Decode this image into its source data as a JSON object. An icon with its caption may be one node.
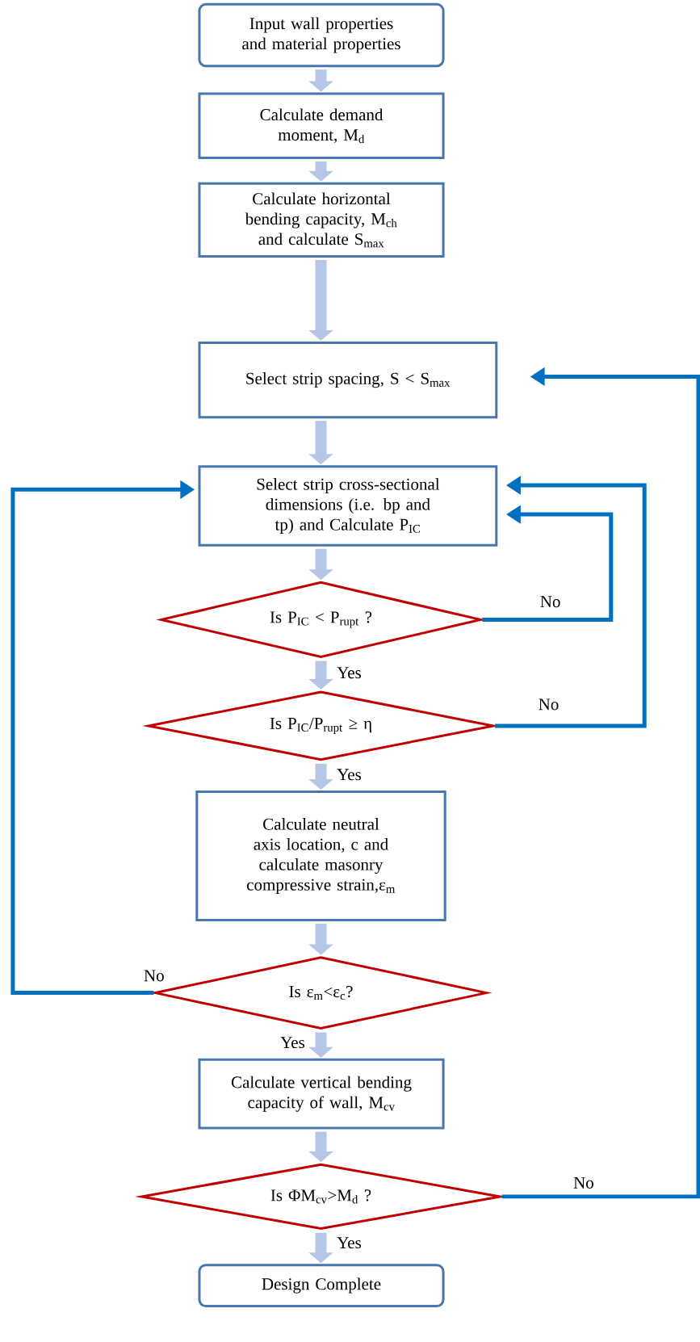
{
  "diagram": {
    "nodes": [
      {
        "text": [
          "Input wall properties and material properties"
        ]
      },
      {
        "text": [
          "Calculate demand moment, M$_{d}$"
        ]
      },
      {
        "text": [
          "Calculate horizontal bending capacity, M$_{ch}$ and calculate S$_{max}$"
        ]
      },
      {
        "text": [
          "Select strip spacing, S < S$_{max}$"
        ]
      },
      {
        "text": [
          "Select strip cross-sectional dimensions (i.e. bp and tp) and Calculate P$_{IC}$"
        ]
      },
      {
        "text": [
          "Is P$_{IC}$ < P$_{rupt}$ ?"
        ]
      },
      {
        "text": [
          "Is P$_{IC}$/P$_{rupt}$ ≥ η"
        ]
      },
      {
        "text": [
          "Calculate neutral axis location, c and calculate masonry compressive strain,ε$_{m}$"
        ]
      },
      {
        "text": [
          "Is ε$_{m}$<ε$_{c}$?"
        ]
      },
      {
        "text": [
          "Calculate vertical bending capacity of wall, M$_{cv}$"
        ]
      },
      {
        "text": [
          "Is ΦM$_{cv}$>M$_{d}$ ?"
        ]
      },
      {
        "text": [
          "Design Complete"
        ]
      }
    ],
    "edges": [
      {
        "from": 0,
        "to": 1,
        "arrow": "to"
      },
      {
        "from": 1,
        "to": 2,
        "arrow": "to"
      },
      {
        "from": 2,
        "to": 3,
        "arrow": "to"
      },
      {
        "from": 3,
        "to": 4,
        "arrow": "to"
      },
      {
        "from": 4,
        "to": 5,
        "arrow": "to"
      },
      {
        "from": 5,
        "to": 6,
        "arrow": "to",
        "label": "Yes"
      },
      {
        "from": 6,
        "to": 7,
        "arrow": "to",
        "label": "Yes"
      },
      {
        "from": 7,
        "to": 8,
        "arrow": "to"
      },
      {
        "from": 8,
        "to": 9,
        "arrow": "to",
        "label": "Yes"
      },
      {
        "from": 9,
        "to": 10,
        "arrow": "to"
      },
      {
        "from": 10,
        "to": 11,
        "arrow": "to",
        "label": "Yes"
      },
      {
        "from": 5,
        "to": 4,
        "arrow": "to",
        "label": "No",
        "color": "#0070c0"
      },
      {
        "from": 6,
        "to": 4,
        "arrow": "to",
        "label": "No",
        "color": "#0070c0"
      },
      {
        "from": 8,
        "to": 4,
        "arrow": "to",
        "label": "No",
        "color": "#0070c0"
      },
      {
        "from": 10,
        "to": 3,
        "arrow": "to",
        "label": "No",
        "color": "#0070c0"
      }
    ]
  }
}
